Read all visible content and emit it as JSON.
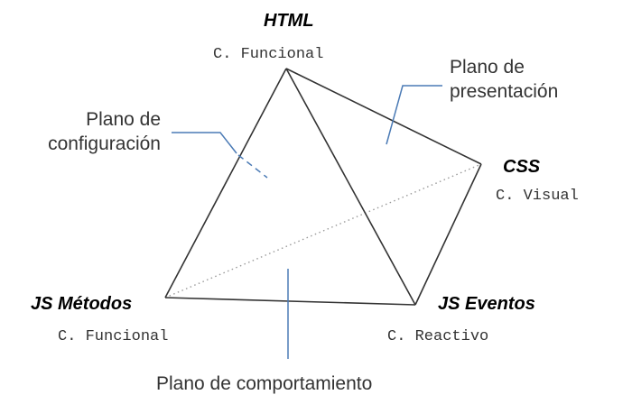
{
  "vertices": {
    "html": {
      "name": "HTML",
      "role": "C. Funcional"
    },
    "css": {
      "name": "CSS",
      "role": "C. Visual"
    },
    "js_metodos": {
      "name": "JS Métodos",
      "role": "C. Funcional"
    },
    "js_eventos": {
      "name": "JS Eventos",
      "role": "C. Reactivo"
    }
  },
  "planes": {
    "presentacion": {
      "line1": "Plano de",
      "line2": "presentación"
    },
    "configuracion": {
      "line1": "Plano de",
      "line2": "configuración"
    },
    "comportamiento": {
      "label": "Plano de comportamiento"
    }
  },
  "colors": {
    "edge": "#333333",
    "hidden_edge": "#9a9a9a",
    "leader": "#4a7ab5",
    "text": "#333333"
  }
}
